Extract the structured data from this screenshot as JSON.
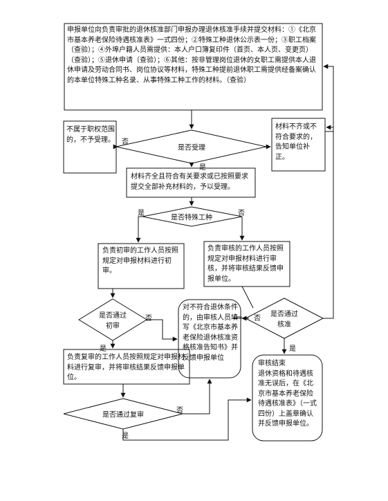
{
  "nodes": {
    "submit": "申报单位向负责审批的退休核准部门申报办理退休核准手续并提交材料：①《北京市基本养老保险待遇核准表》一式四份；②特殊工种退休公示表一份；③职工档案（查验）；④外埠户籍人员需提供：本人户口簿复印件（首页、本人页、变更页）（查验）；⑤退休申请（查验）；⑥其他：按非管理岗位退休的女职工需提供本人退休申请及劳动合同书、岗位协议等材料，特殊工种提前退休职工需提供经备案确认的本单位特殊工种名录、从事特殊工种工作的材料。（查验）",
    "not_scope": "不属于职权范围的，不予受理。",
    "incomplete": "材料不齐或不符合要求的，告知单位补正。",
    "accept_q": "是否受理",
    "accepted": "材料齐全且符合有关要求或已按照要求提交全部补充材料的，予以受理。",
    "special_q": "是否特殊工种",
    "first_review": "负责初审的工作人员按照规定对申报材料进行初审。",
    "review_special": "负责审核的工作人员按照规定对申报材料进行审核，并将审核结果反馈申报单位。",
    "pass_first_q": "是否通过初审",
    "reject": "对不符合退休条件的，由审核人员填写《北京市基本养老保险退休核准资格核准告知书》并反馈申报单位",
    "pass_review_q": "是否通过核准",
    "second_review": "负责复审的工作人员按照规定对申报材料进行复审，并将审核结果反馈申报单位。",
    "pass_second_q": "是否通过复审",
    "end": "审核结束\n退休资格和待遇核准无误后，在《北京市基本养老保险待遇核准表》（一式四份）上盖章确认并反馈申报单位。"
  },
  "labels": {
    "no_accept": "否",
    "yes_accept": "是",
    "yes_special": "是",
    "no_special": "否",
    "no_first": "否",
    "yes_first": "是",
    "no_review": "否",
    "yes_review": "是",
    "no_second": "否",
    "yes_second": "是"
  }
}
